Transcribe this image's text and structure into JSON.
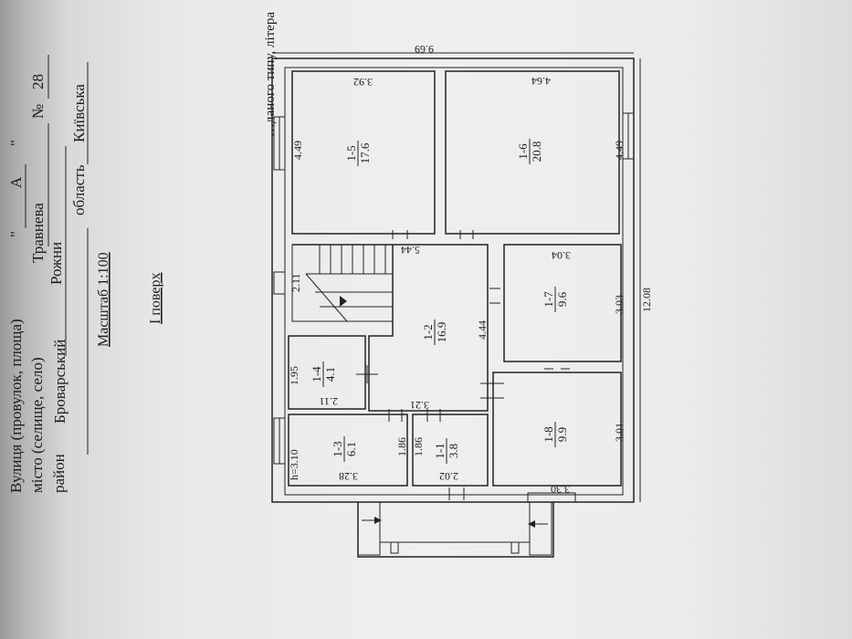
{
  "header": {
    "line_top": "…даного типу, літера",
    "street_label": "Вулиця (провулок, площа)",
    "quote_open": "\"",
    "litera_value": "А",
    "quote_close": "\"",
    "street_value": "Травнева",
    "number_label": "№",
    "number_value": "28",
    "city_label": "місто (селище, село)",
    "city_value": "Рожни",
    "district_label": "район",
    "district_value": "Броварський",
    "region_label": "область",
    "region_value": "Київська"
  },
  "scale": "Масштаб 1:100",
  "floor_title": "І поверх",
  "plan": {
    "overall_top": "9.69",
    "overall_right": "12.08",
    "height_note": "h=3.10",
    "rooms": [
      {
        "id": "1-1",
        "area": "3.8"
      },
      {
        "id": "1-2",
        "area": "16.9"
      },
      {
        "id": "1-3",
        "area": "6.1"
      },
      {
        "id": "1-4",
        "area": "4.1"
      },
      {
        "id": "1-5",
        "area": "17.6"
      },
      {
        "id": "1-6",
        "area": "20.8"
      },
      {
        "id": "1-7",
        "area": "9.6"
      },
      {
        "id": "1-8",
        "area": "9.9"
      }
    ],
    "dims": {
      "r15_w": "3.92",
      "r15_h": "4.49",
      "r16_w": "4.64",
      "r16_h": "4.49",
      "stair": "2.11",
      "hall_len": "5.44",
      "hall_w": "3.21",
      "hall_h": "4.44",
      "r14_h": "1.95",
      "r14_w": "2.11",
      "r13_w": "3.28",
      "r13_h": "1.86",
      "r11_h": "1.86",
      "r11_w": "2.02",
      "r17_w": "3.04",
      "r17_h": "3.03",
      "r18_h": "3.01",
      "r18_w": "3.30"
    }
  }
}
